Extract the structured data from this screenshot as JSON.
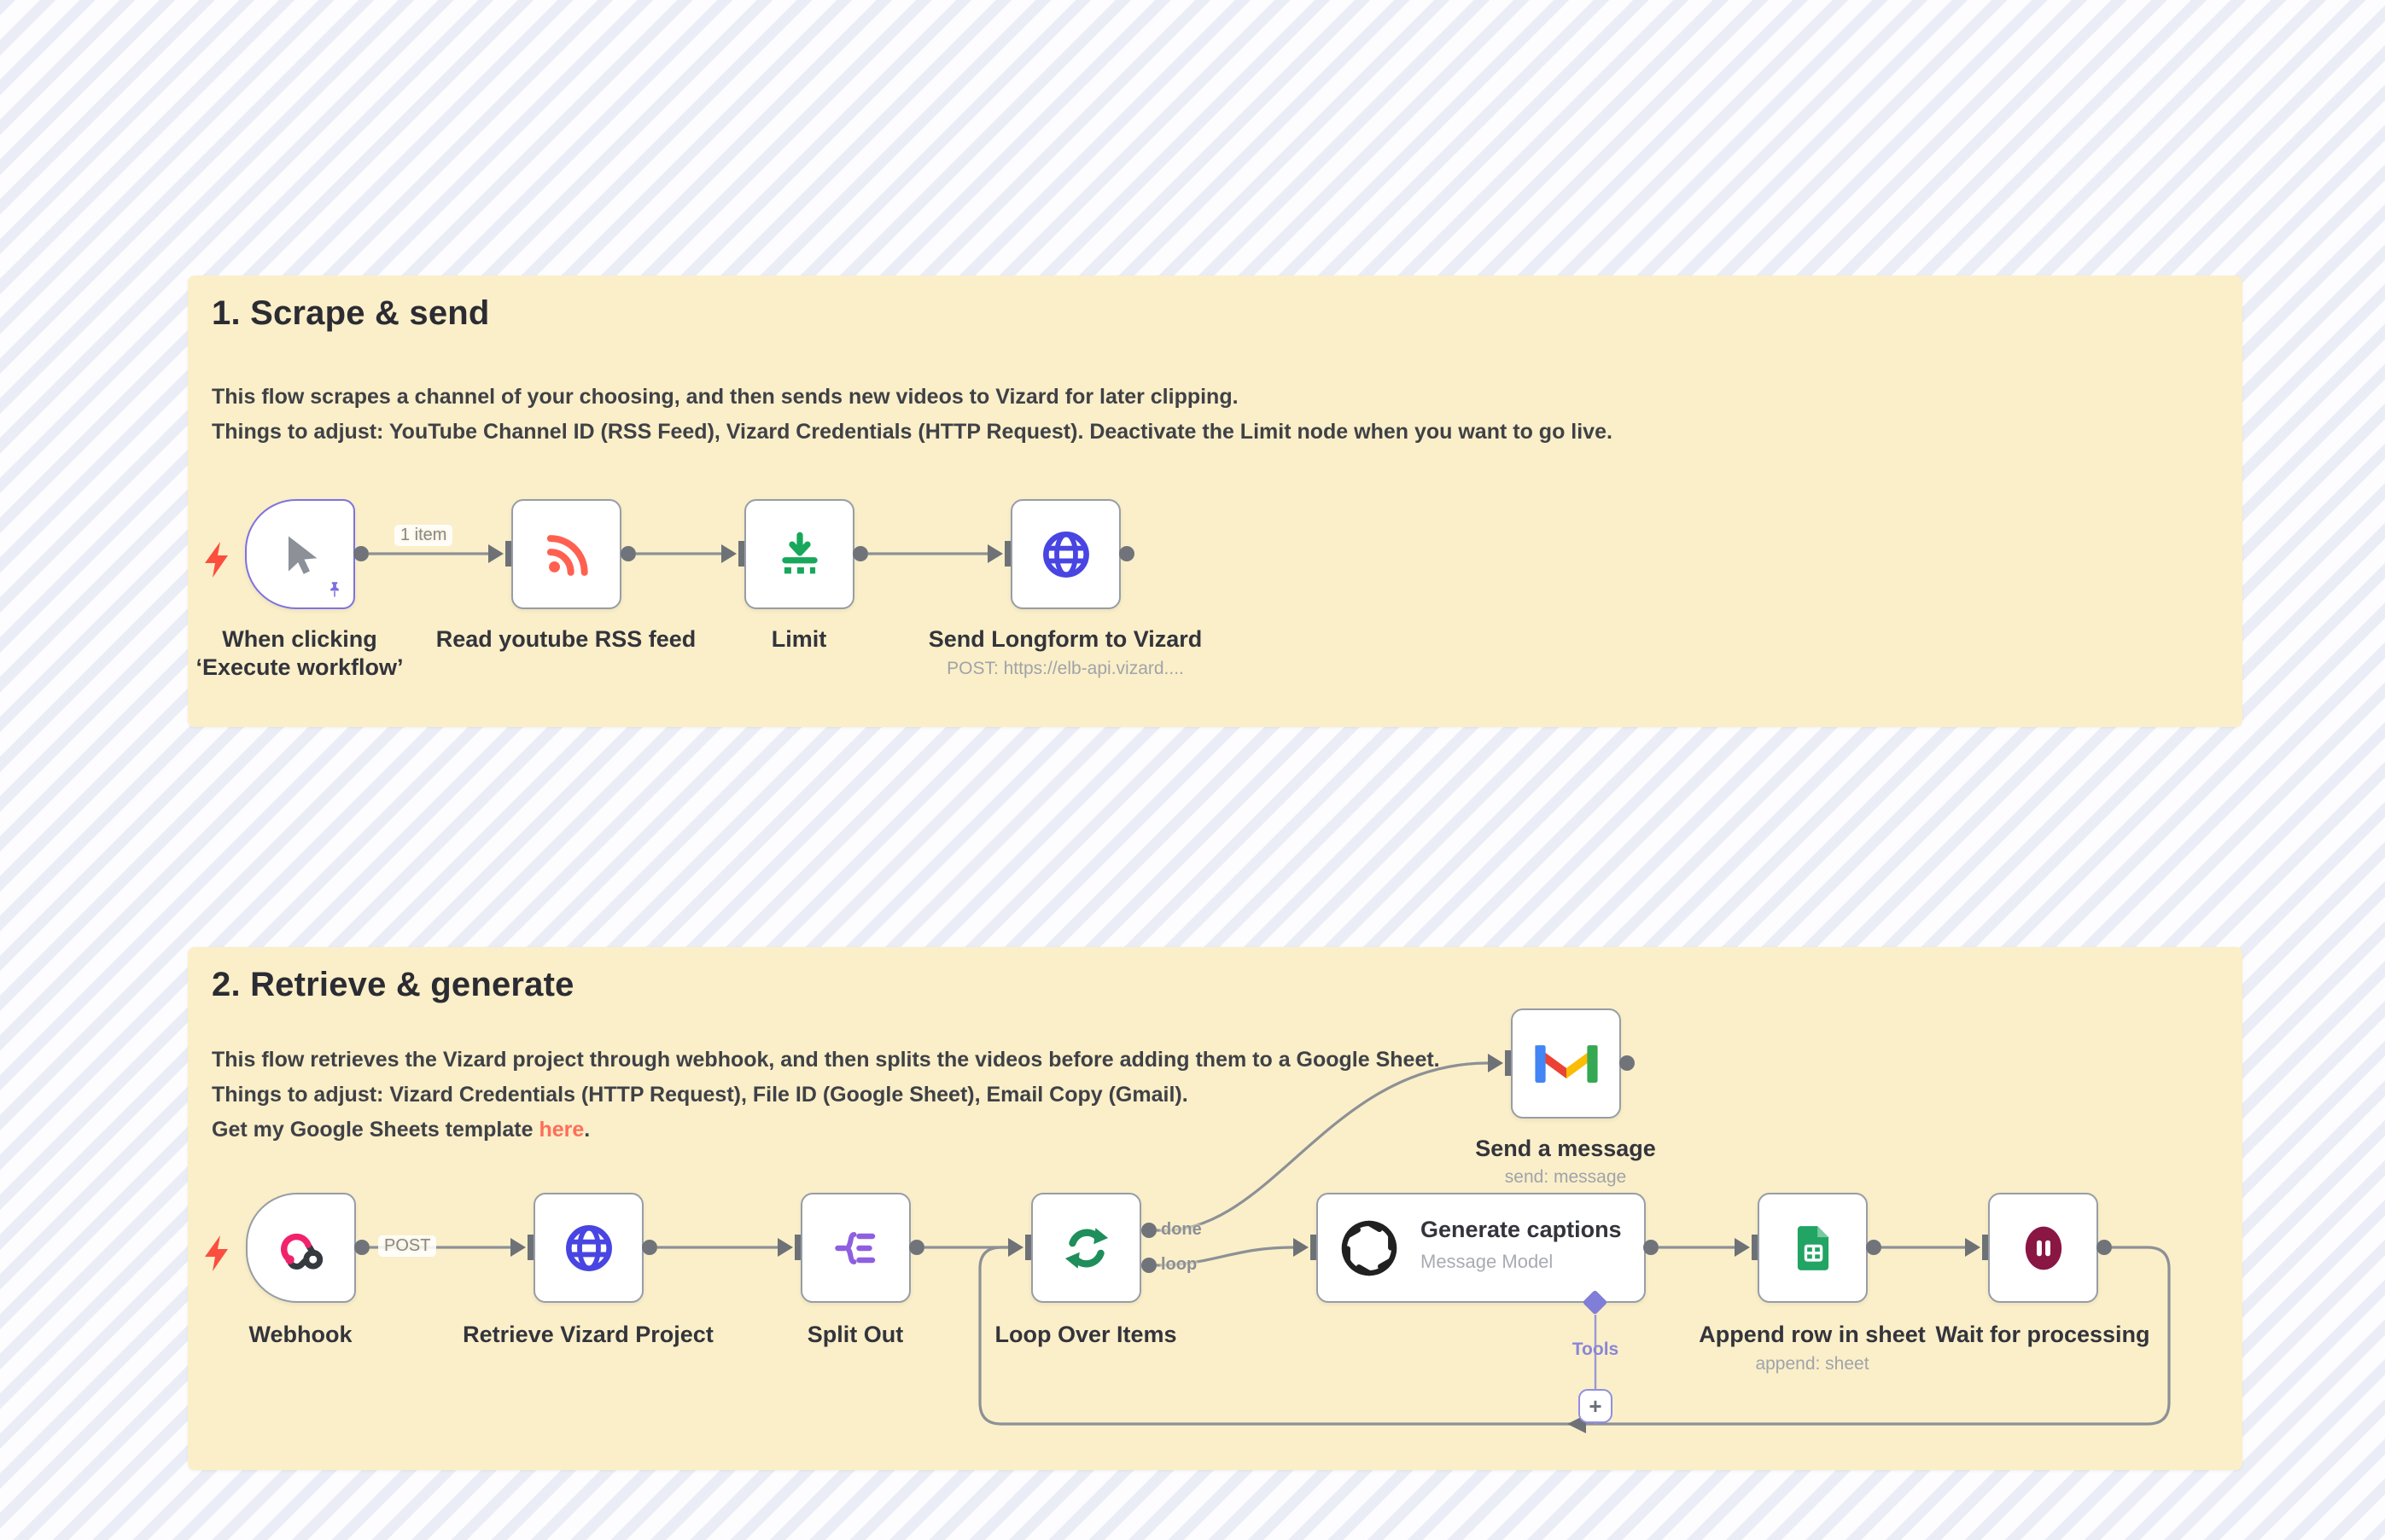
{
  "canvas": {
    "colors": {
      "sticky_bg": "#faefc8",
      "link_accent": "#ff6d5a",
      "connector_gray": "#8d9096",
      "endpoint_gray": "#70747a",
      "selected_node_border": "#7e72e0",
      "tools_purple": "#807ed6",
      "bolt_red": "#fb4e3e",
      "rss_orange": "#ff6150",
      "limit_green": "#17a85b",
      "http_indigo": "#4845e2",
      "loop_green": "#1e8e5a",
      "splitout_purple": "#8e5fe0",
      "sheets_green": "#21a464",
      "wait_maroon": "#8a1644"
    },
    "icons": {
      "plus_icon": "+",
      "bolt_icon": "lightning",
      "cursor_icon": "mouse-pointer",
      "pin_icon": "pushpin"
    }
  },
  "sticky1": {
    "title": "1. Scrape & send",
    "line1": "This flow scrapes a channel of your choosing, and then sends new videos to Vizard for later clipping.",
    "line2": "Things to adjust: YouTube Channel ID (RSS Feed), Vizard Credentials (HTTP Request). Deactivate the Limit node when you want to go live."
  },
  "sticky2": {
    "title": "2. Retrieve & generate",
    "line1": "This flow retrieves the Vizard project through webhook, and then splits the videos before adding them to a Google Sheet.",
    "line2": "Things to adjust: Vizard Credentials (HTTP Request), File ID (Google Sheet), Email Copy (Gmail).",
    "line3_prefix": "Get my Google Sheets template ",
    "link_text": "here",
    "line3_suffix": "."
  },
  "flow1": {
    "node_trigger_label": "When clicking ‘Execute workflow’",
    "node_rss_label": "Read youtube RSS feed",
    "node_limit_label": "Limit",
    "node_vizard_label": "Send Longform to Vizard",
    "node_vizard_sublabel": "POST: https://elb-api.vizard....",
    "label_one_item": "1 item"
  },
  "flow2": {
    "node_webhook_label": "Webhook",
    "label_post": "POST",
    "node_retrieve_label": "Retrieve Vizard Project",
    "node_splitout_label": "Split Out",
    "node_loop_label": "Loop Over Items",
    "label_done": "done",
    "label_loop": "loop",
    "generate_title": "Generate captions",
    "generate_subtitle": "Message Model",
    "label_tools": "Tools",
    "label_plus": "+",
    "node_gmail_label": "Send a message",
    "node_gmail_sublabel": "send: message",
    "node_append_label": "Append row in sheet",
    "node_append_sublabel": "append: sheet",
    "node_wait_label": "Wait for processing"
  }
}
